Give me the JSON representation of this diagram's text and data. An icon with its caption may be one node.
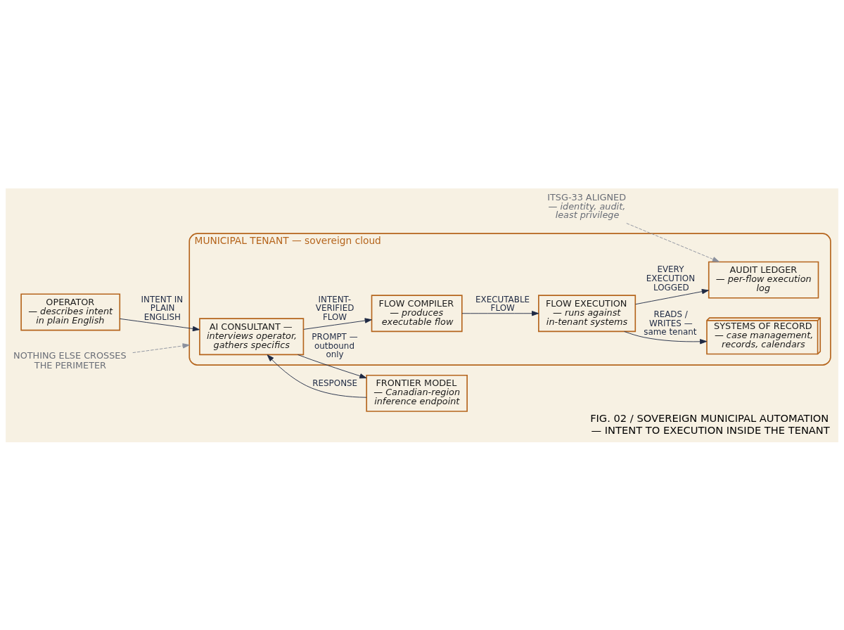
{
  "diagram": {
    "caption": "FIG. 02 / SOVEREIGN MUNICIPAL AUTOMATION — INTENT TO EXECUTION INSIDE THE TENANT",
    "nodes": [
      {
        "text": [
          "MUNICIPAL TENANT — sovereign cloud"
        ]
      },
      {
        "text": [
          "OPERATOR",
          "— describes intent in plain English"
        ]
      },
      {
        "text": [
          "AI CONSULTANT —",
          "interviews operator, gathers specifics"
        ],
        "in": 0
      },
      {
        "text": [
          "FLOW COMPILER",
          "— produces executable flow"
        ],
        "in": 0
      },
      {
        "text": [
          "FLOW EXECUTION",
          "— runs against in-tenant systems"
        ],
        "in": 0
      },
      {
        "text": [
          "SYSTEMS OF RECORD",
          "— case management, records, calendars"
        ],
        "in": 0
      },
      {
        "text": [
          "AUDIT LEDGER",
          "— per-flow execution log"
        ],
        "in": 0
      },
      {
        "text": [
          "FRONTIER MODEL",
          "— Canadian-region inference endpoint"
        ]
      },
      {
        "text": [
          "NOTHING ELSE CROSSES THE PERIMETER"
        ]
      },
      {
        "text": [
          "ITSG-33 ALIGNED",
          "— identity, audit, least privilege"
        ]
      }
    ],
    "edges": [
      {
        "from": 1,
        "to": 2,
        "arrow": "to",
        "label": "INTENT IN PLAIN ENGLISH"
      },
      {
        "from": 2,
        "to": 3,
        "arrow": "to",
        "label": "INTENT- VERIFIED FLOW"
      },
      {
        "from": 3,
        "to": 4,
        "arrow": "to",
        "label": "EXECUTABLE FLOW"
      },
      {
        "from": 2,
        "to": 7,
        "arrow": "to",
        "label": "PROMPT — outbound only"
      },
      {
        "from": 7,
        "to": 2,
        "arrow": "to",
        "label": "RESPONSE"
      },
      {
        "from": 4,
        "to": 5,
        "arrow": "to",
        "label": "READS / WRITES — same tenant"
      },
      {
        "from": 4,
        "to": 6,
        "arrow": "to",
        "label": "EVERY EXECUTION LOGGED"
      },
      {
        "from": 8,
        "to": 0,
        "arrow": "to",
        "style": "dashed",
        "color": "#8a8f9c"
      },
      {
        "from": 9,
        "to": 6,
        "arrow": "to",
        "style": "dashed",
        "color": "#8a8f9c"
      }
    ]
  }
}
